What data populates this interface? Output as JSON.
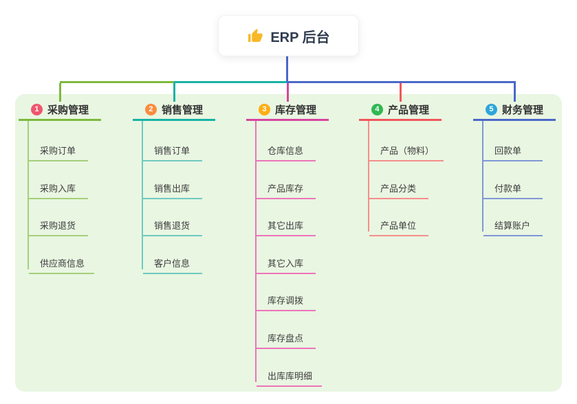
{
  "root": {
    "title": "ERP 后台",
    "icon": "thumbs-up-icon",
    "line_color": "#4a68c9"
  },
  "branches": [
    {
      "badge": "1",
      "label": "采购管理",
      "badge_color": "#f0566e",
      "line_color": "#7cb93e",
      "item_line_color": "#a5cf7a",
      "items": [
        "采购订单",
        "采购入库",
        "采购退货",
        "供应商信息"
      ]
    },
    {
      "badge": "2",
      "label": "销售管理",
      "badge_color": "#fb8c3e",
      "line_color": "#17b3a3",
      "item_line_color": "#6fcabf",
      "items": [
        "销售订单",
        "销售出库",
        "销售退货",
        "客户信息"
      ]
    },
    {
      "badge": "3",
      "label": "库存管理",
      "badge_color": "#ffae13",
      "line_color": "#d6459f",
      "item_line_color": "#ed74b9",
      "items": [
        "仓库信息",
        "产品库存",
        "其它出库",
        "其它入库",
        "库存调拨",
        "库存盘点",
        "出库库明细"
      ]
    },
    {
      "badge": "4",
      "label": "产品管理",
      "badge_color": "#30b852",
      "line_color": "#f2565a",
      "item_line_color": "#f58e8b",
      "items": [
        "产品（物料）",
        "产品分类",
        "产品单位"
      ]
    },
    {
      "badge": "5",
      "label": "财务管理",
      "badge_color": "#2ea6d9",
      "line_color": "#4a68c9",
      "item_line_color": "#7f97d6",
      "items": [
        "回款单",
        "付款单",
        "结算账户"
      ]
    }
  ]
}
